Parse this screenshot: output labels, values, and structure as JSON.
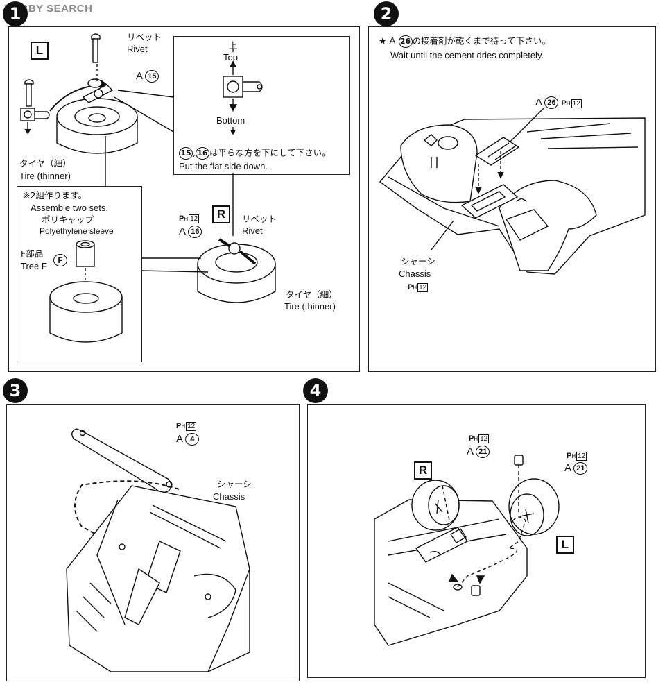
{
  "watermark": "HOBBY SEARCH",
  "steps": [
    {
      "number": "1",
      "side_left": "L",
      "side_right": "R",
      "rivet_jp": "リベット",
      "rivet_en": "Rivet",
      "part_a15_prefix": "A",
      "part_a15_num": "15",
      "top_jp": "上",
      "top_en": "Top",
      "bottom_jp": "下",
      "bottom_en": "Bottom",
      "flat_side_num1": "15",
      "flat_side_num2": "16",
      "flat_side_jp": "は平らな方を下にして下さい。",
      "flat_side_en": "Put the flat side down.",
      "tire_jp": "タイヤ（細）",
      "tire_en": "Tire (thinner)",
      "assemble_jp": "※2組作ります。",
      "assemble_en": "Assemble two sets.",
      "poly_jp": "ポリキャップ",
      "poly_en": "Polyethylene sleeve",
      "tree_jp": "F部品",
      "tree_en": "Tree F",
      "tree_letter": "F",
      "paint_code": "12",
      "part_a16_prefix": "A",
      "part_a16_num": "16",
      "rivet2_jp": "リベット",
      "rivet2_en": "Rivet",
      "tire2_jp": "タイヤ（細）",
      "tire2_en": "Tire (thinner)"
    },
    {
      "number": "2",
      "cement_star": "★",
      "cement_prefix": "A",
      "cement_num": "26",
      "cement_jp": "の接着剤が乾くまで待って下さい。",
      "cement_en": "Wait until the cement dries completely.",
      "part_prefix": "A",
      "part_num": "26",
      "paint_code": "12",
      "chassis_jp": "シャーシ",
      "chassis_en": "Chassis",
      "chassis_paint": "12"
    },
    {
      "number": "3",
      "paint_code": "12",
      "part_prefix": "A",
      "part_num": "4",
      "chassis_jp": "シャーシ",
      "chassis_en": "Chassis"
    },
    {
      "number": "4",
      "side_right": "R",
      "side_left": "L",
      "paint_code_1": "12",
      "part1_prefix": "A",
      "part1_num": "21",
      "paint_code_2": "12",
      "part2_prefix": "A",
      "part2_num": "21"
    }
  ],
  "paint_prefix": "P",
  "paint_sub": "H",
  "icons": [
    "rivet-icon",
    "tire-icon",
    "chassis-drawing",
    "arrow-icon"
  ]
}
